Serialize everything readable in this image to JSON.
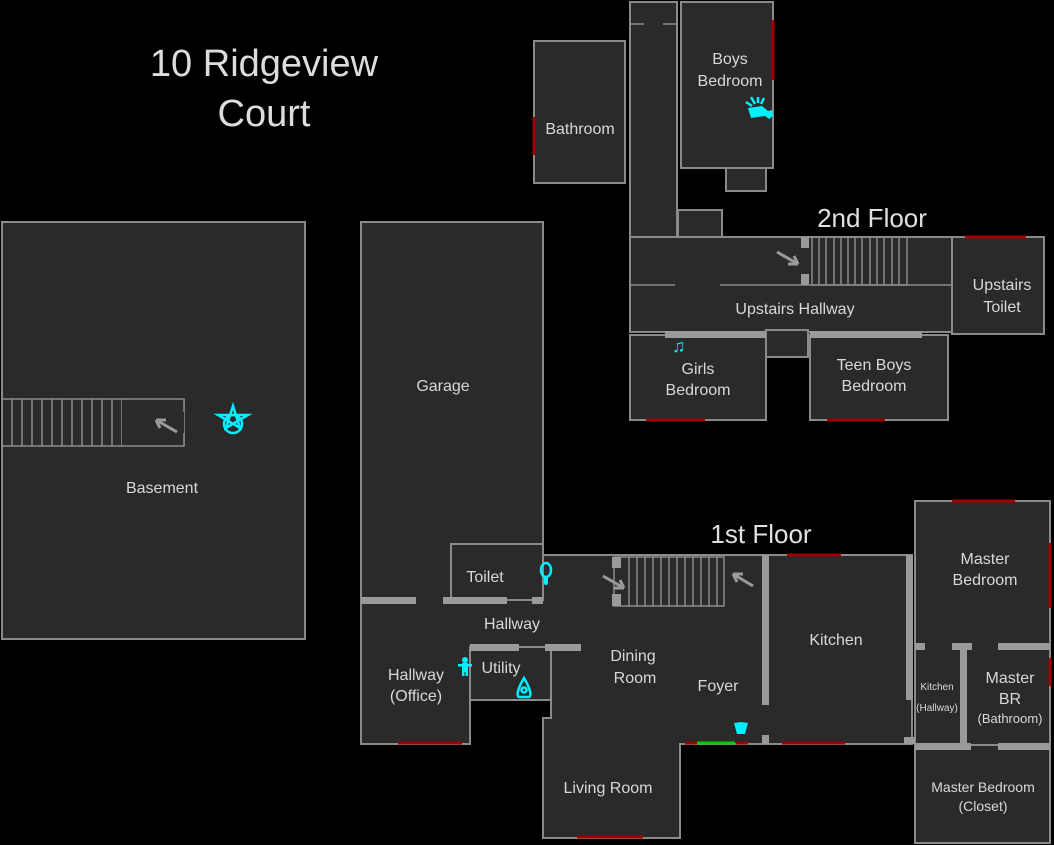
{
  "title": {
    "line1": "10 Ridgeview",
    "line2": "Court"
  },
  "floors": {
    "first": "1st Floor",
    "second": "2nd Floor"
  },
  "rooms": {
    "basement": "Basement",
    "garage": "Garage",
    "toilet": "Toilet",
    "hallway": "Hallway",
    "office_1": "Hallway",
    "office_2": "(Office)",
    "utility": "Utility",
    "dining_1": "Dining",
    "dining_2": "Room",
    "foyer": "Foyer",
    "living": "Living Room",
    "kitchen": "Kitchen",
    "kitchen_hall_1": "Kitchen",
    "kitchen_hall_2": "(Hallway)",
    "master_1": "Master",
    "master_2": "Bedroom",
    "master_br_1": "Master",
    "master_br_2": "BR",
    "master_br_3": "(Bathroom)",
    "closet_1": "Master Bedroom",
    "closet_2": "(Closet)",
    "bathroom": "Bathroom",
    "boys_1": "Boys",
    "boys_2": "Bedroom",
    "upstairs_hall": "Upstairs Hallway",
    "up_toilet_1": "Upstairs",
    "up_toilet_2": "Toilet",
    "girls_1": "Girls",
    "girls_2": "Bedroom",
    "teen_1": "Teen Boys",
    "teen_2": "Bedroom"
  },
  "icons": [
    "pentagram-icon",
    "hand-icon",
    "music-note-icon",
    "mirror-icon",
    "person-icon",
    "planchette-icon",
    "footprints-icon",
    "stairs-arrow-icon"
  ],
  "colors": {
    "room": "#2a2a2a",
    "window": "#a00000",
    "door": "#00d000",
    "marker": "#00f0ff"
  }
}
